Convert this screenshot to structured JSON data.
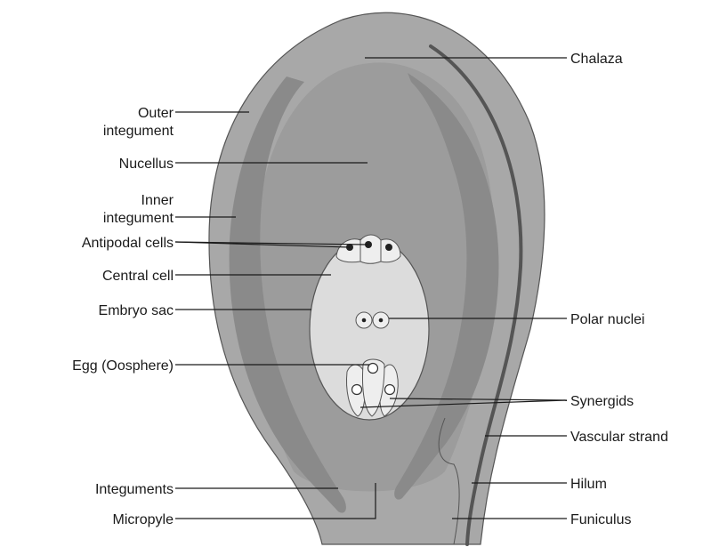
{
  "colors": {
    "ovule": "#a8a8a8",
    "nucellus": "#9c9c9c",
    "integument_band": "#8a8a8a",
    "vascular": "#555555",
    "embryo_sac": "#dcdcdc",
    "cell_fill": "#eeeeee",
    "outline": "#555555",
    "label": "#1a1a1a"
  },
  "labels": {
    "chalaza": "Chalaza",
    "outer_integument_1": "Outer",
    "outer_integument_2": "integument",
    "nucellus": "Nucellus",
    "inner_integument_1": "Inner",
    "inner_integument_2": "integument",
    "antipodal_cells": "Antipodal cells",
    "central_cell": "Central cell",
    "embryo_sac": "Embryo sac",
    "egg": "Egg (Oosphere)",
    "integuments": "Integuments",
    "micropyle": "Micropyle",
    "polar_nuclei": "Polar nuclei",
    "synergids": "Synergids",
    "vascular_strand": "Vascular strand",
    "hilum": "Hilum",
    "funiculus": "Funiculus"
  }
}
